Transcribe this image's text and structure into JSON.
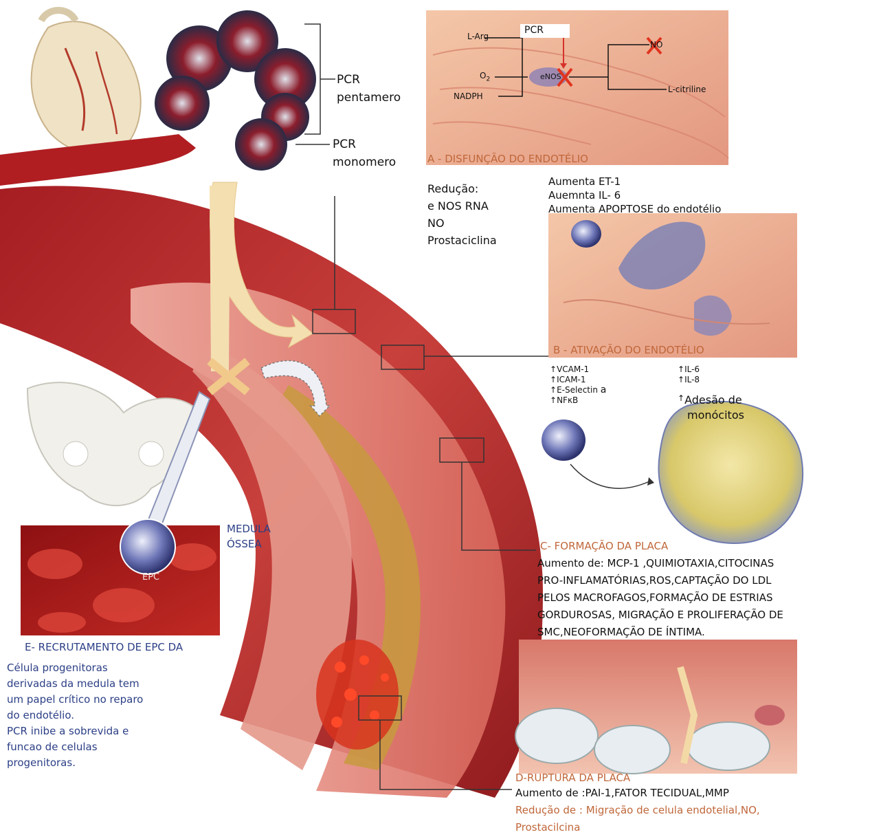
{
  "pcr": {
    "pentamer_line1": "PCR",
    "pentamer_line2": "pentamero",
    "monomer_line1": "PCR",
    "monomer_line2": "monomero"
  },
  "panel_a": {
    "title": "A - DISFUNÇÃO DO ENDOTÉLIO",
    "inset_pcr": "PCR",
    "l_arg": "L-Arg",
    "o2": "O",
    "o2_sub": "2",
    "nadph": "NADPH",
    "enos": "eNOS",
    "no": "NO",
    "l_citriline": "L-citriline",
    "reduction_lines": [
      "Redução:",
      "e NOS RNA",
      "NO",
      "Prostaciclina"
    ],
    "increase_lines": [
      "Aumenta ET-1",
      "Auemnta IL- 6",
      "Aumenta APOPTOSE do endotélio"
    ]
  },
  "panel_b": {
    "title": "B - ATIVAÇÃO DO ENDOTÉLIO",
    "markers_left": [
      "VCAM-1",
      "ICAM-1",
      "E-Selectin",
      "NFκB"
    ],
    "marker_suffix": "a",
    "markers_right": [
      "IL-6",
      "IL-8"
    ],
    "adhesion_line1": "Adesão de",
    "adhesion_line2": "monócitos",
    "arrow_glyph": "↑"
  },
  "panel_c": {
    "title": "C- FORMAÇÃO DA PLACA",
    "lines": [
      "Aumento de: MCP-1 ,QUIMIOTAXIA,CITOCINAS",
      "PRO-INFLAMATÓRIAS,ROS,CAPTAÇÃO DO LDL",
      "PELOS MACROFAGOS,FORMAÇÃO DE ESTRIAS",
      "GORDUROSAS, MIGRAÇÃO E PROLIFERAÇÃO DE",
      "SMC,NEOFORMAÇÃO DE ÍNTIMA."
    ]
  },
  "panel_d": {
    "title": "D-RUPTURA DA PLACA",
    "line1": "Aumento de :PAI-1,FATOR TECIDUAL,MMP",
    "line2": "Redução de : Migração de celula endotelial,NO,",
    "line3": "Prostacilcina"
  },
  "panel_e": {
    "marrow_line1": "MEDULA",
    "marrow_line2": "ÓSSEA",
    "epc": "EPC",
    "title": "E- RECRUTAMENTO DE EPC DA",
    "lines": [
      "Célula progenitoras",
      "derivadas da medula tem",
      "um papel crítico no reparo",
      "do endotélio.",
      "PCR inibe a sobrevida e",
      "funcao de celulas",
      "progenitoras."
    ]
  },
  "colors": {
    "vessel": "#b82a2c",
    "vessel_light": "#e58a80",
    "plaque": "#c79a3e",
    "orange_label": "#c0673a",
    "blue_label": "#2c3f86",
    "arrow": "#f4dfb0"
  }
}
